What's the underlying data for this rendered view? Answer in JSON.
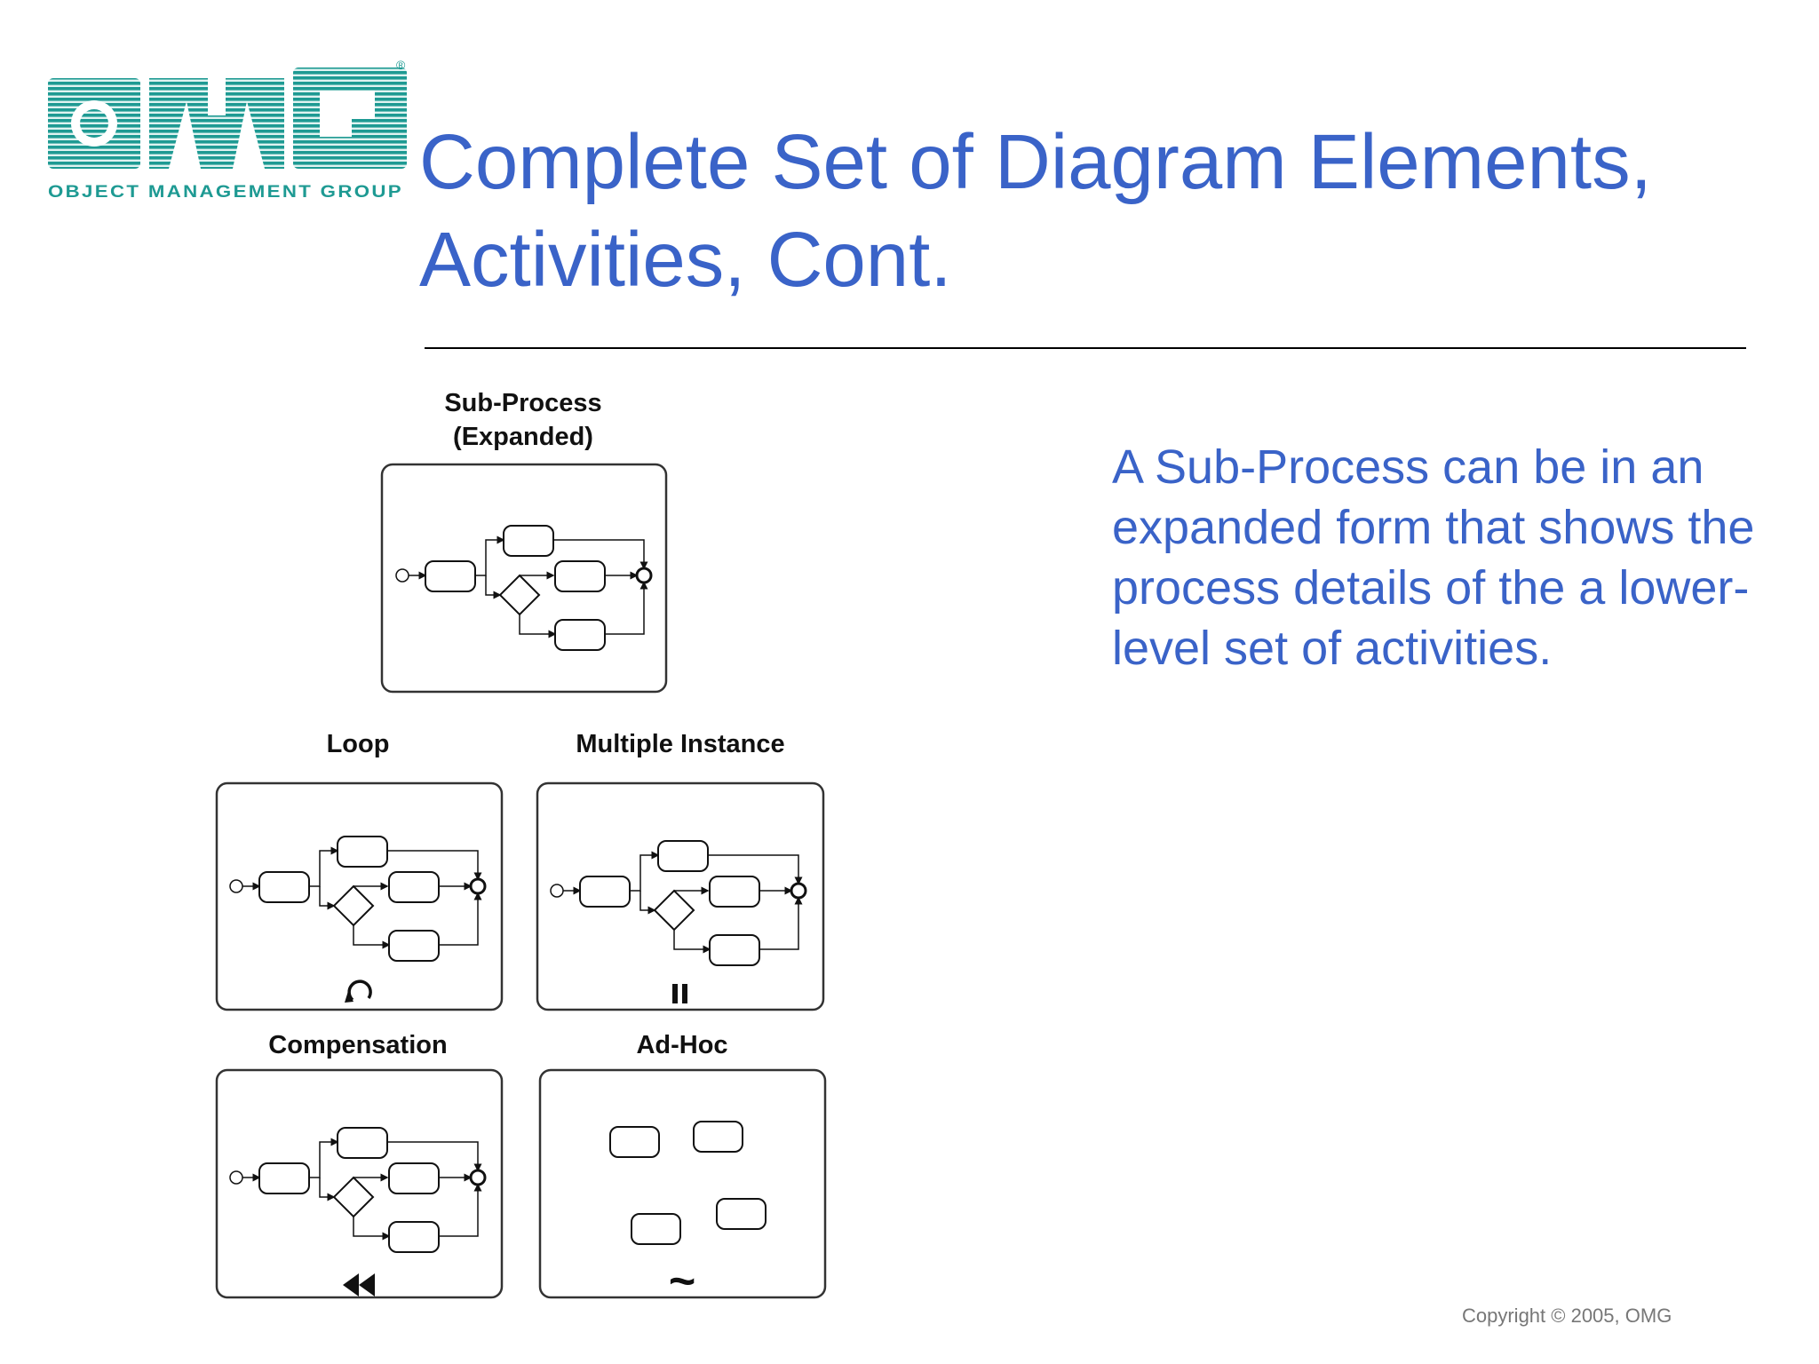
{
  "logo": {
    "letters": "OMG",
    "subtext": "OBJECT MANAGEMENT GROUP",
    "registered_mark": "®",
    "color": "#1e9a93"
  },
  "title": {
    "line1": "Complete Set of Diagram Elements,",
    "line2": "Activities, Cont."
  },
  "description": "A Sub-Process can be in an expanded form that shows the process details of the a lower-level set of activities.",
  "figures": {
    "subprocess": {
      "label_line1": "Sub-Process",
      "label_line2": "(Expanded)"
    },
    "loop": {
      "label": "Loop",
      "marker": "loop-marker-icon"
    },
    "multiple": {
      "label": "Multiple Instance",
      "marker": "parallel-bars-marker-icon"
    },
    "compensation": {
      "label": "Compensation",
      "marker": "rewind-marker-icon"
    },
    "adhoc": {
      "label": "Ad-Hoc",
      "marker": "~"
    }
  },
  "copyright": "Copyright © 2005, OMG",
  "colors": {
    "accent": "#3a63c8",
    "logo": "#1e9a93",
    "text_gray": "#777777"
  }
}
